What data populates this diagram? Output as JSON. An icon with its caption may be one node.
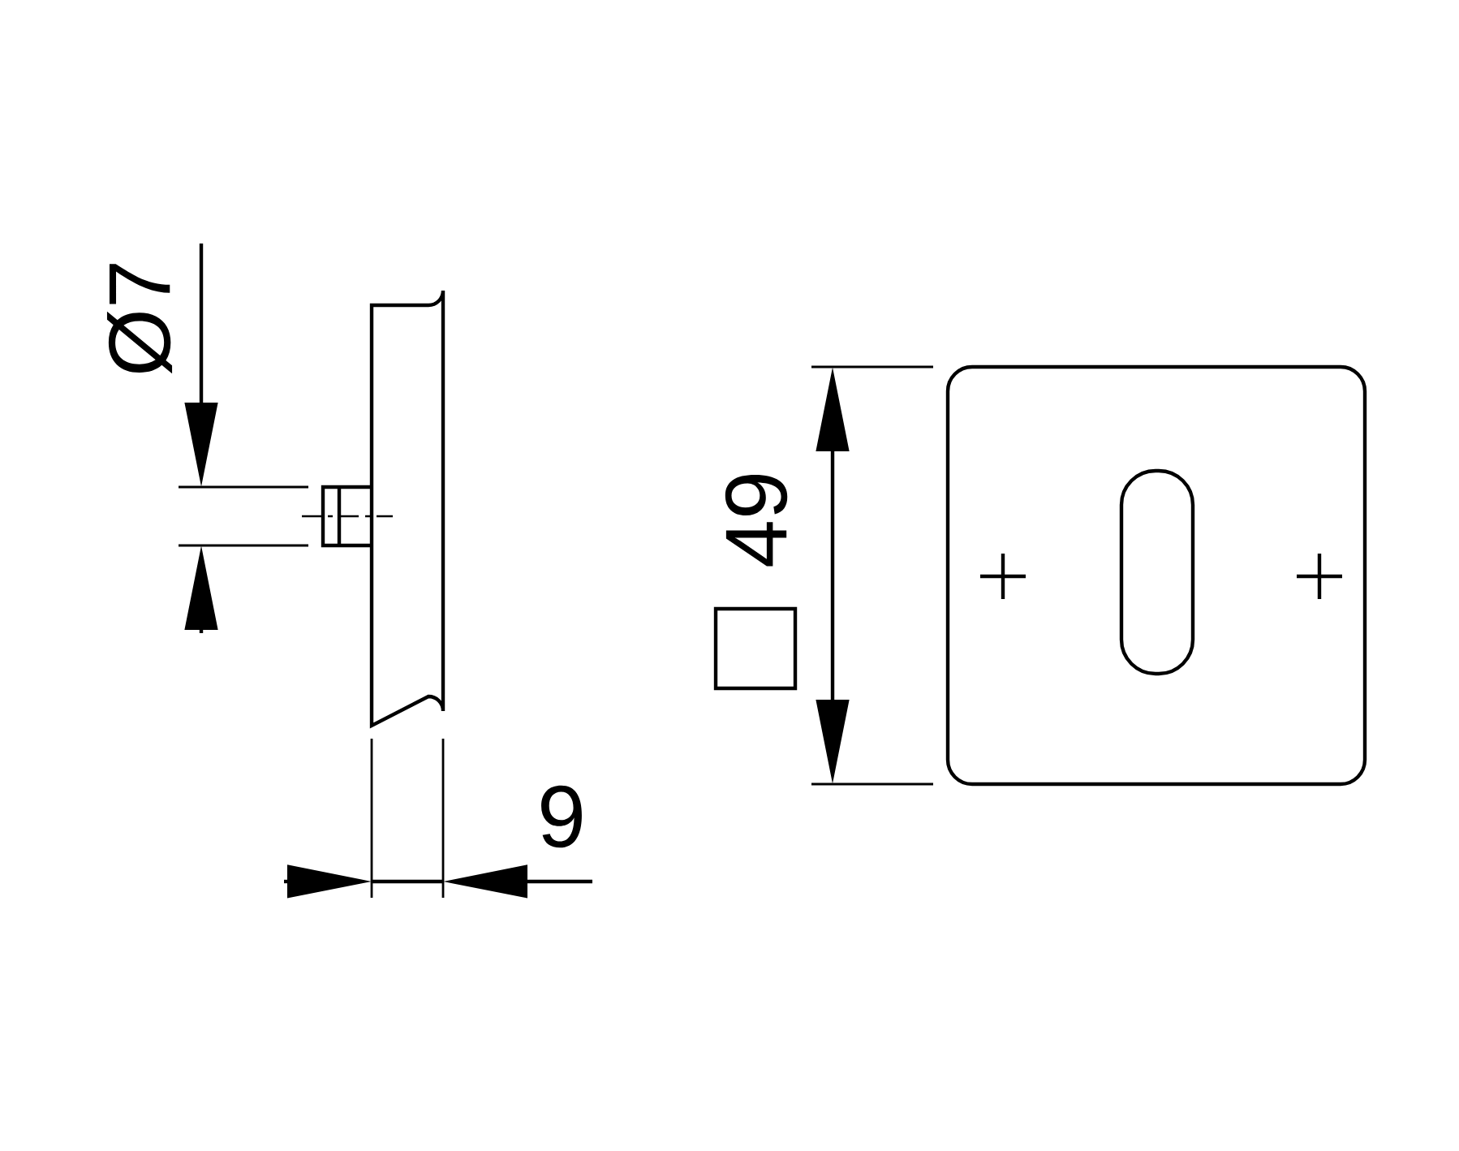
{
  "diagram": {
    "labels": [
      "Ø7",
      "9",
      "49"
    ]
  }
}
